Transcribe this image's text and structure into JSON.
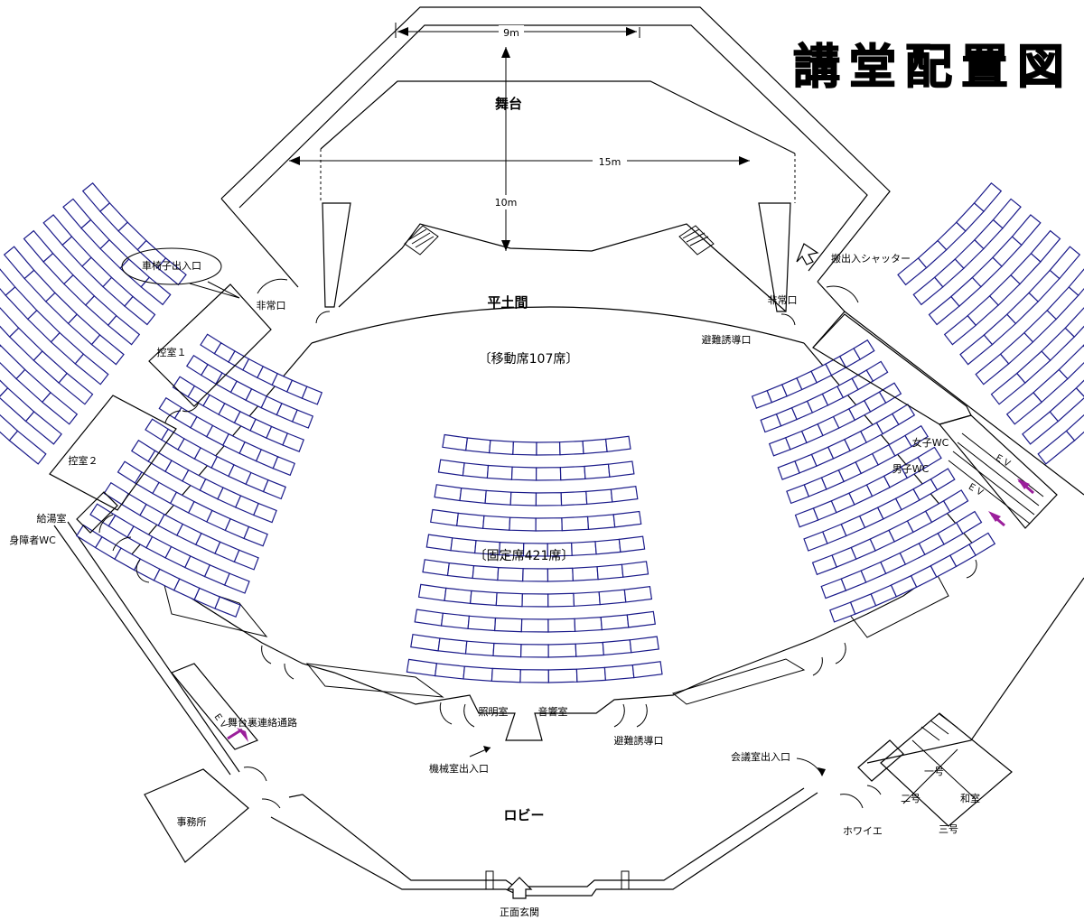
{
  "title": "講堂配置図",
  "dimensions": {
    "stage_width_top": "9m",
    "stage_width": "15m",
    "stage_depth": "10m"
  },
  "rooms": {
    "stage": "舞台",
    "flat_floor": "平土間",
    "movable_seats": "〔移動席107席〕",
    "fixed_seats": "〔固定席421席〕",
    "lobby": "ロビー",
    "lighting_room": "照明室",
    "sound_room": "音響室",
    "waiting_room_1": "控室１",
    "waiting_room_2": "控室２",
    "kitchenette": "給湯室",
    "accessible_wc": "身障者WC",
    "womens_wc": "女子WC",
    "mens_wc": "男子WC",
    "office": "事務所",
    "foyer": "ホワイエ",
    "room_1": "一号",
    "room_2": "二号",
    "room_3": "三号",
    "japanese_room": "和室"
  },
  "labels": {
    "wheelchair_entrance": "車椅子出入口",
    "emergency_exit_left": "非常口",
    "emergency_exit_right": "非常口",
    "evacuation_guide_upper": "避難誘導口",
    "evacuation_guide_lower": "避難誘導口",
    "loading_shutter": "搬出入シャッター",
    "backstage_passage": "舞台裏連絡通路",
    "machine_room_entrance": "機械室出入口",
    "meeting_room_entrance": "会議室出入口",
    "main_entrance": "正面玄関",
    "elevator_left": "ＥＶ",
    "elevator_right_1": "ＥＶ",
    "elevator_right_2": "ＥＶ"
  },
  "colors": {
    "seat": "#1a1a8a",
    "elevator_arrow": "#9b1f9b",
    "lines": "#000000"
  }
}
